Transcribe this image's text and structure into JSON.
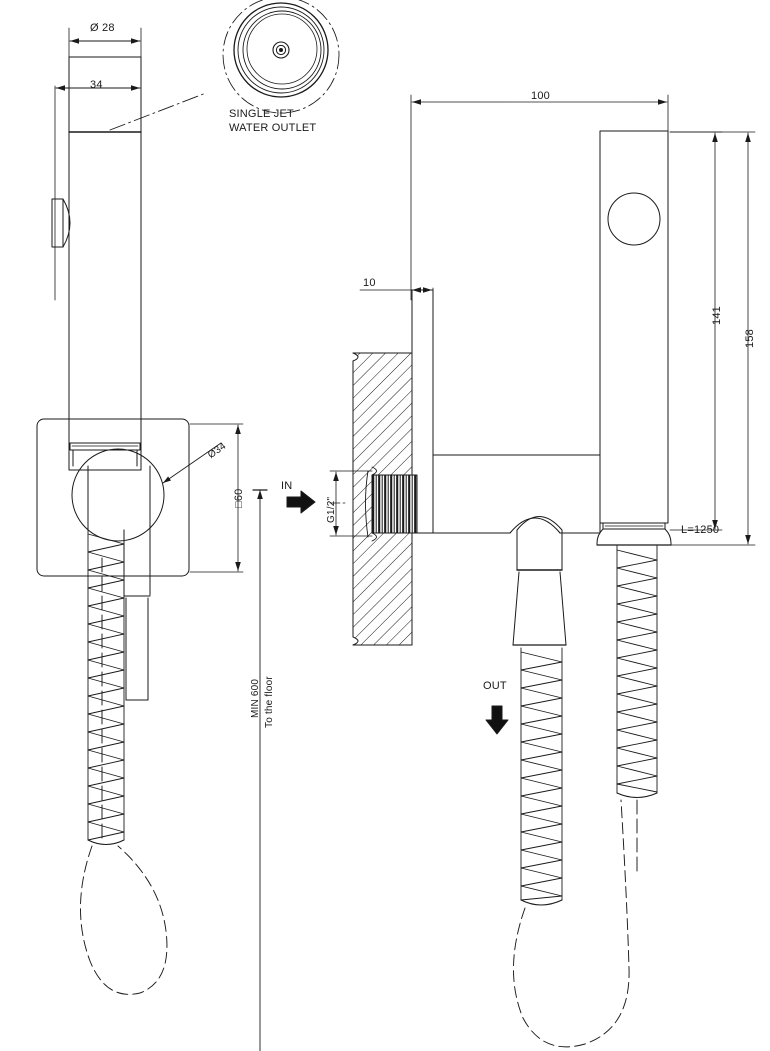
{
  "drawing": {
    "title": "Shower spray / bidet handset installation drawing",
    "background_color": "#ffffff",
    "line_color": "#1a1a1a",
    "units": "mm"
  },
  "callouts": {
    "single_jet_line1": "SINGLE JET",
    "single_jet_line2": "WATER OUTLET",
    "in_label": "IN",
    "out_label": "OUT",
    "min_floor_line1": "MIN 600",
    "min_floor_line2": "To the floor"
  },
  "dimensions": {
    "diameter_28": "Ø 28",
    "width_34": "34",
    "diameter_34": "Ø34",
    "square_60": "□60",
    "length_100": "100",
    "offset_10": "10",
    "thread_g12": "G1/2\"",
    "height_141": "141",
    "height_158": "158",
    "hose_length": "L=1250"
  },
  "views": {
    "left_view_name": "front-elevation-handset",
    "detail_view_name": "single-jet-outlet-detail",
    "right_view_name": "side-section-wall-mount"
  }
}
